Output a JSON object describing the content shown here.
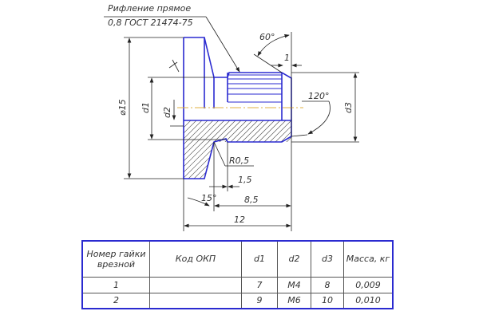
{
  "drawing": {
    "note_line1": "Рифление прямое",
    "note_line2": "0,8 ГОСТ 21474-75",
    "dim_diameter": "⌀15",
    "dim_d1": "d1",
    "dim_d2": "d2",
    "dim_d3": "d3",
    "angle_60": "60°",
    "dim_1": "1",
    "angle_120": "120°",
    "radius": "R0,5",
    "dim_1_5": "1,5",
    "angle_15": "15°",
    "dim_8_5": "8,5",
    "dim_12": "12",
    "roughness": "√"
  },
  "table": {
    "headers": [
      "Номер гайки врезной",
      "Код ОКП",
      "d1",
      "d2",
      "d3",
      "Масса, кг"
    ],
    "rows": [
      [
        "1",
        "",
        "7",
        "M4",
        "8",
        "0,009"
      ],
      [
        "2",
        "",
        "9",
        "M6",
        "10",
        "0,010"
      ]
    ]
  },
  "colors": {
    "outline": "#2a2ad0",
    "axis": "#e0b040"
  }
}
